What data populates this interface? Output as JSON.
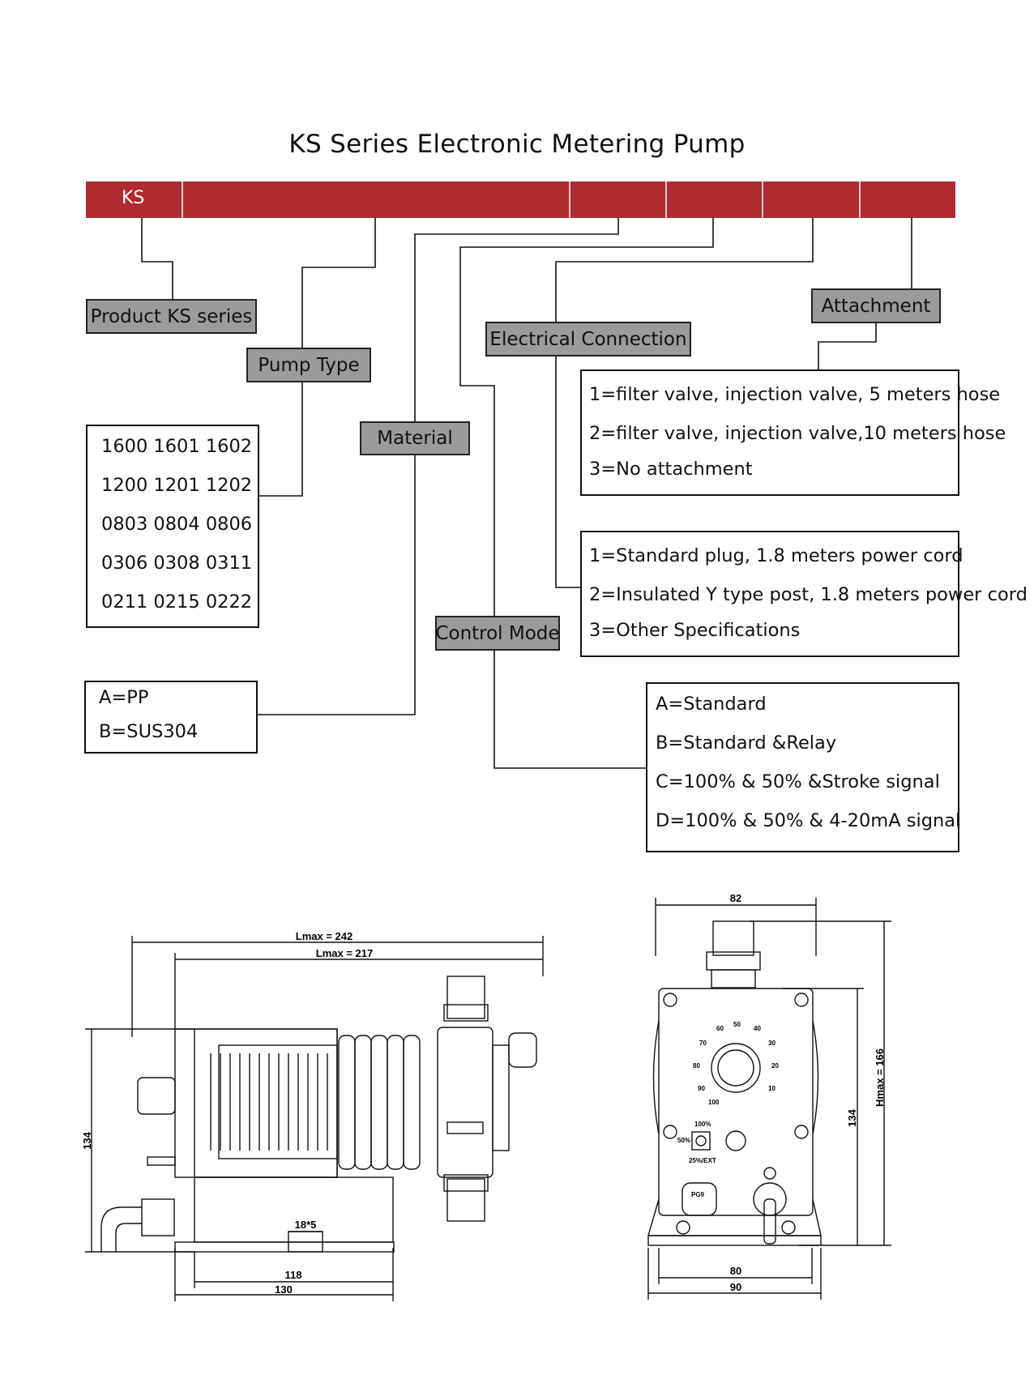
{
  "title": "KS Series Electronic Metering Pump",
  "bar": {
    "prefix": "KS",
    "color": "#ad2b31"
  },
  "labels": {
    "product": "Product KS series",
    "pump_type": "Pump Type",
    "material": "Material",
    "control_mode": "Control Mode",
    "electrical_connection": "Electrical Connection",
    "attachment": "Attachment"
  },
  "pump_type_codes": [
    "1600 1601 1602",
    "1200 1201 1202",
    "0803 0804 0806",
    "0306 0308 0311",
    "0211 0215 0222"
  ],
  "material_options": [
    "A=PP",
    "B=SUS304"
  ],
  "attachment_options": [
    "1=filter valve, injection valve, 5 meters hose",
    "2=filter valve, injection valve,10 meters hose",
    "3=No attachment"
  ],
  "electrical_options": [
    "1=Standard plug, 1.8 meters power cord",
    "2=Insulated Y type post, 1.8 meters power cord",
    "3=Other Specifications"
  ],
  "control_options": [
    "A=Standard",
    "B=Standard &Relay",
    "C=100% & 50% &Stroke signal",
    "D=100% & 50% & 4-20mA signal"
  ],
  "side_view_dims": {
    "lmax_242": "Lmax = 242",
    "lmax_217": "Lmax = 217",
    "height_134": "134",
    "slot": "18*5",
    "base_118": "118",
    "base_130": "130"
  },
  "front_view_dims": {
    "top_82": "82",
    "height_134": "134",
    "hmax": "Hmax = 166",
    "base_80": "80",
    "base_90": "90",
    "dial_labels": [
      "60",
      "50",
      "40",
      "70",
      "30",
      "80",
      "20",
      "90",
      "10",
      "100"
    ],
    "pct_top": "100%",
    "pct_50": "50%",
    "pct_bottom": "25%/EXT",
    "pg9": "PG9"
  }
}
